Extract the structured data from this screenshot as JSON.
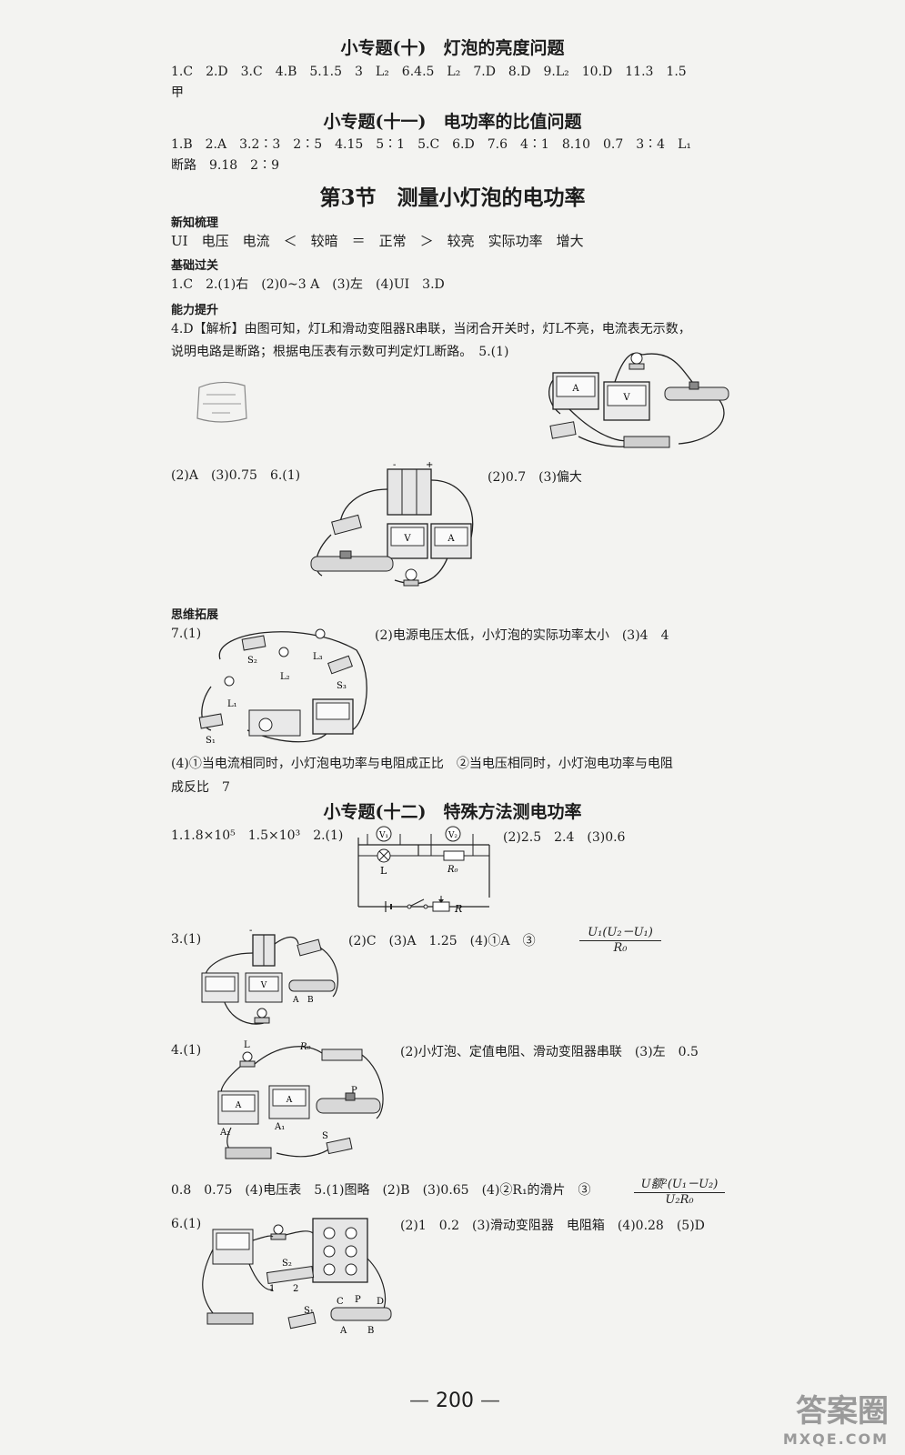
{
  "sections": {
    "topic10": {
      "title": "小专题(十)　灯泡的亮度问题",
      "line1": "1.C　2.D　3.C　4.B　5.1.5　3　L₂　6.4.5　L₂　7.D　8.D　9.L₂　10.D　11.3　1.5",
      "line2": "甲"
    },
    "topic11": {
      "title": "小专题(十一)　电功率的比值问题",
      "line1": "1.B　2.A　3.2∶3　2∶5　4.15　5∶1　5.C　6.D　7.6　4∶1　8.10　0.7　3∶4　L₁",
      "line2": "断路　9.18　2∶9"
    },
    "section3": {
      "title": "第3节　测量小灯泡的电功率",
      "xinzhi_label": "新知梳理",
      "xinzhi_line": "UI　电压　电流　＜　较暗　＝　正常　＞　较亮　实际功率　增大",
      "jichu_label": "基础过关",
      "jichu_line": "1.C　2.(1)右　(2)0~3 A　(3)左　(4)UI　3.D",
      "nengli_label": "能力提升",
      "q4_line1": "4.D【解析】由图可知，灯L和滑动变阻器R串联，当闭合开关时，灯L不亮，电流表无示数，",
      "q4_line2": "说明电路是断路；根据电压表有示数可判定灯L断路。　5.(1)",
      "q5_rest": "(2)A　(3)0.75　6.(1)",
      "q6_rest": "(2)0.7　(3)偏大",
      "siwei_label": "思维拓展",
      "q7_label": "7.(1)",
      "q7_rest": "(2)电源电压太低，小灯泡的实际功率太小　(3)4　4",
      "q7_line4a": "(4)①当电流相同时，小灯泡电功率与电阻成正比　②当电压相同时，小灯泡电功率与电阻",
      "q7_line4b": "成反比　7"
    },
    "topic12": {
      "title": "小专题(十二)　特殊方法测电功率",
      "q1q2": "1.1.8×10⁵　1.5×10³　2.(1)",
      "q2_rest": "(2)2.5　2.4　(3)0.6",
      "q3_label": "3.(1)",
      "q3_rest": "(2)C　(3)A　1.25　(4)①A　③",
      "q3_frac_num": "U₁(U₂－U₁)",
      "q3_frac_den": "R₀",
      "q4_label": "4.(1)",
      "q4_rest": "(2)小灯泡、定值电阻、滑动变阻器串联　(3)左　0.5",
      "q4_line2": "0.8　0.75　(4)电压表　5.(1)图略　(2)B　(3)0.65　(4)②R₁的滑片　③",
      "q5_frac_num": "U额²(U₁－U₂)",
      "q5_frac_den": "U₂R₀",
      "q6_label": "6.(1)",
      "q6_rest": "(2)1　0.2　(3)滑动变阻器　电阻箱　(4)0.28　(5)D"
    }
  },
  "figure_labels": {
    "ammeter": "A",
    "voltmeter": "V",
    "v1": "V₁",
    "v2": "V₂",
    "lamp": "L",
    "r0": "R₀",
    "r": "R",
    "s1": "S₁",
    "s2": "S₂",
    "s3": "S₃",
    "l1": "L₁",
    "l2": "L₂",
    "l3": "L₃",
    "a1": "A₁",
    "a2": "A₂",
    "p": "P",
    "s": "S",
    "a": "A",
    "b": "B",
    "c": "C",
    "d": "D",
    "n1": "1",
    "n2": "2",
    "plus": "+",
    "minus": "-"
  },
  "page_number": "200",
  "watermark": {
    "text": "答案圈",
    "url": "MXQE.COM"
  }
}
